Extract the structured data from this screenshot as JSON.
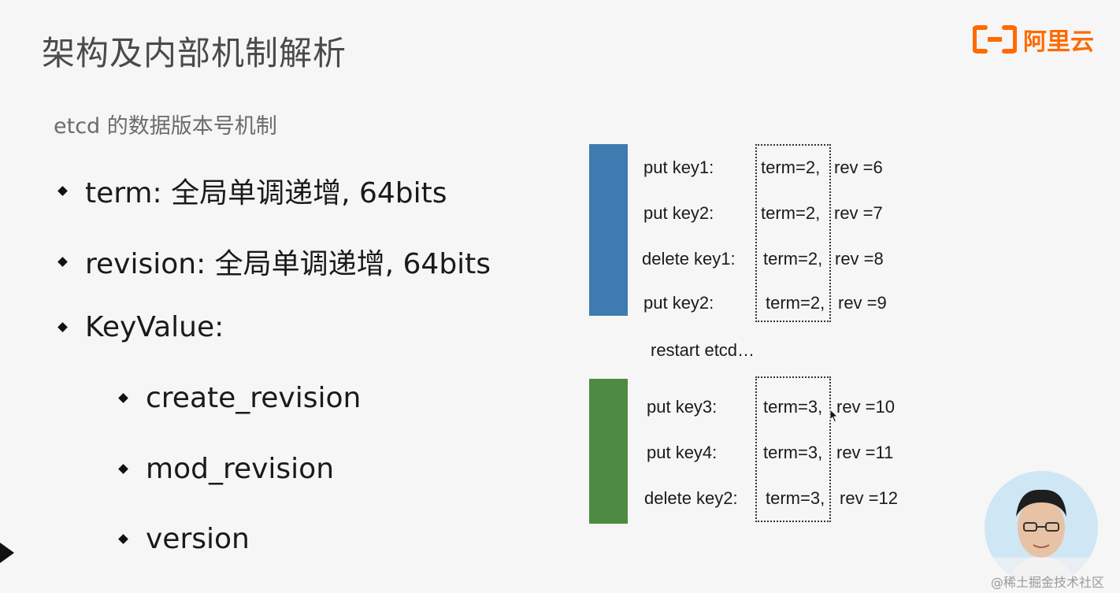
{
  "slide": {
    "title": "架构及内部机制解析",
    "subtitle": "etcd 的数据版本号机制"
  },
  "logo": {
    "text": "阿里云",
    "color": "#ff6a00"
  },
  "bullets": [
    {
      "text": "term: 全局单调递增, 64bits",
      "level": 1
    },
    {
      "text": "revision: 全局单调递增, 64bits",
      "level": 1
    },
    {
      "text": "KeyValue:",
      "level": 1
    },
    {
      "text": "create_revision",
      "level": 2
    },
    {
      "text": "mod_revision",
      "level": 2
    },
    {
      "text": "version",
      "level": 2
    }
  ],
  "diagram": {
    "group1": {
      "color": "#3e7bb0",
      "rows": [
        {
          "op": "put key1:",
          "term": "term=2,",
          "rev": "rev =6"
        },
        {
          "op": "put key2:",
          "term": "term=2,",
          "rev": "rev =7"
        },
        {
          "op": "delete key1:",
          "term": "term=2,",
          "rev": "rev =8"
        },
        {
          "op": "put key2:",
          "term": "term=2,",
          "rev": "rev =9"
        }
      ]
    },
    "restart_label": "restart etcd…",
    "group2": {
      "color": "#4f8a43",
      "rows": [
        {
          "op": "put key3:",
          "term": "term=3,",
          "rev": "rev =10"
        },
        {
          "op": "put key4:",
          "term": "term=3,",
          "rev": "rev =11"
        },
        {
          "op": "delete key2:",
          "term": "term=3,",
          "rev": "rev =12"
        }
      ]
    }
  },
  "watermark": "@稀土掘金技术社区",
  "icons": {
    "logo": "aliyun-logo-icon",
    "cursor": "mouse-cursor-icon",
    "play": "play-icon",
    "webcam": "presenter-webcam"
  }
}
